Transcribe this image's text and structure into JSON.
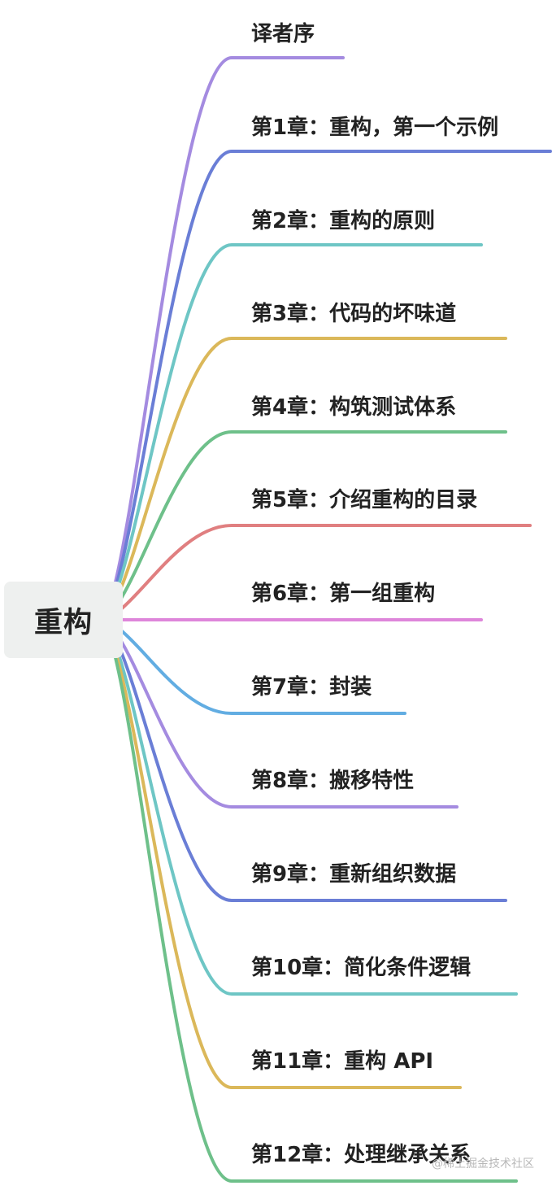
{
  "root": {
    "label": "重构"
  },
  "branches": [
    {
      "label": "译者序",
      "color": "#a48be0"
    },
    {
      "label": "第1章：重构，第一个示例",
      "color": "#6a7ed6"
    },
    {
      "label": "第2章：重构的原则",
      "color": "#6ec6c5"
    },
    {
      "label": "第3章：代码的坏味道",
      "color": "#dbb85a"
    },
    {
      "label": "第4章：构筑测试体系",
      "color": "#6ec08a"
    },
    {
      "label": "第5章：介绍重构的目录",
      "color": "#e07f80"
    },
    {
      "label": "第6章：第一组重构",
      "color": "#de86da"
    },
    {
      "label": "第7章：封装",
      "color": "#62ade2"
    },
    {
      "label": "第8章：搬移特性",
      "color": "#a48be0"
    },
    {
      "label": "第9章：重新组织数据",
      "color": "#6a7ed6"
    },
    {
      "label": "第10章：简化条件逻辑",
      "color": "#6ec6c5"
    },
    {
      "label": "第11章：重构 API",
      "color": "#dbb85a"
    },
    {
      "label": "第12章：处理继承关系",
      "color": "#6ec08a"
    }
  ],
  "watermark": "@稀土掘金技术社区"
}
